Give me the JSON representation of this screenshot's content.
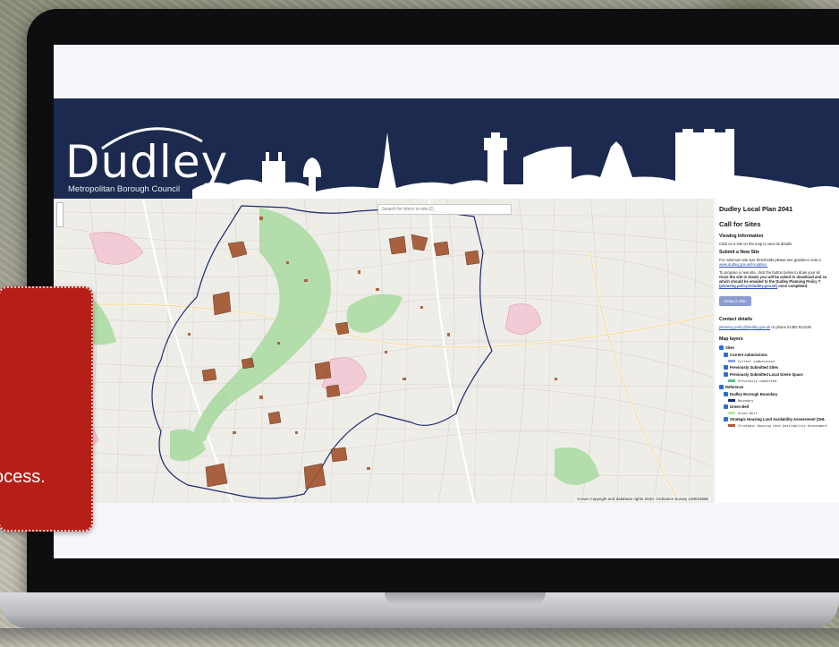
{
  "banner": {
    "logo_title": "Dudley",
    "logo_subtitle": "Metropolitan Borough Council"
  },
  "map": {
    "search_placeholder": "Search for place or site ID",
    "credit": "Crown Copyright and database rights 2020. Ordnance Survey 100019566"
  },
  "panel": {
    "title": "Dudley Local Plan 2041",
    "subtitle": "Call for Sites",
    "viewing_heading": "Viewing Information",
    "viewing_text": "Click on a site on the map to view its details.",
    "submit_heading": "Submit a New Site",
    "submit_text_1": "For minimum site size thresholds please see guidance note a",
    "submit_link": "www.dudley.gov.uk/localplan.",
    "submit_text_2": "To propose a new site, click the button below to draw your sit",
    "submit_text_3": "Once the site is drawn you will be asked to download and sa",
    "submit_text_4": "which should be emailed to the Dudley Planning Policy T",
    "submit_text_5_link": "(planning.policy@dudley.gov.uk)",
    "submit_text_5": " once completed.",
    "draw_button": "Draw a Site",
    "contact_heading": "Contact details",
    "contact_link": "planning.policy@dudley.gov.uk",
    "contact_text": " or phone 01384 814136",
    "layers_heading": "Map layers",
    "layers": [
      {
        "label": "Sites",
        "bold": true,
        "indent": 0
      },
      {
        "label": "Current submissions",
        "bold": true,
        "indent": 1
      },
      {
        "legend": "Current submissions",
        "color": "#8fa6e0",
        "indent": 2
      },
      {
        "label": "Previously Submitted Sites",
        "bold": true,
        "indent": 1
      },
      {
        "label": "Previously Submitted Local Green Space",
        "bold": true,
        "indent": 1
      },
      {
        "legend": "Previously submitted",
        "color": "#5ec08a",
        "indent": 2
      },
      {
        "label": "Reference",
        "bold": true,
        "indent": 0
      },
      {
        "label": "Dudley Borough Boundary",
        "bold": true,
        "indent": 1
      },
      {
        "legend": "Boundary",
        "color": "#1c2a6e",
        "indent": 2
      },
      {
        "label": "Green Belt",
        "bold": true,
        "indent": 1
      },
      {
        "legend": "Green Belt",
        "color": "#bfe3a6",
        "indent": 2
      },
      {
        "label": "Strategic Housing Land Availability Assessment (SHL",
        "bold": true,
        "indent": 1
      },
      {
        "legend": "Strategic Housing Land Availability Assessment",
        "color": "#b05a3a",
        "indent": 2
      }
    ]
  },
  "overlay": {
    "text": "ocess."
  },
  "colors": {
    "banner": "#1c2a4f",
    "overlay_red": "#b51f17",
    "site_brown": "#a0522d",
    "green_belt": "#8fd17d",
    "boundary": "#1c2a6e"
  }
}
